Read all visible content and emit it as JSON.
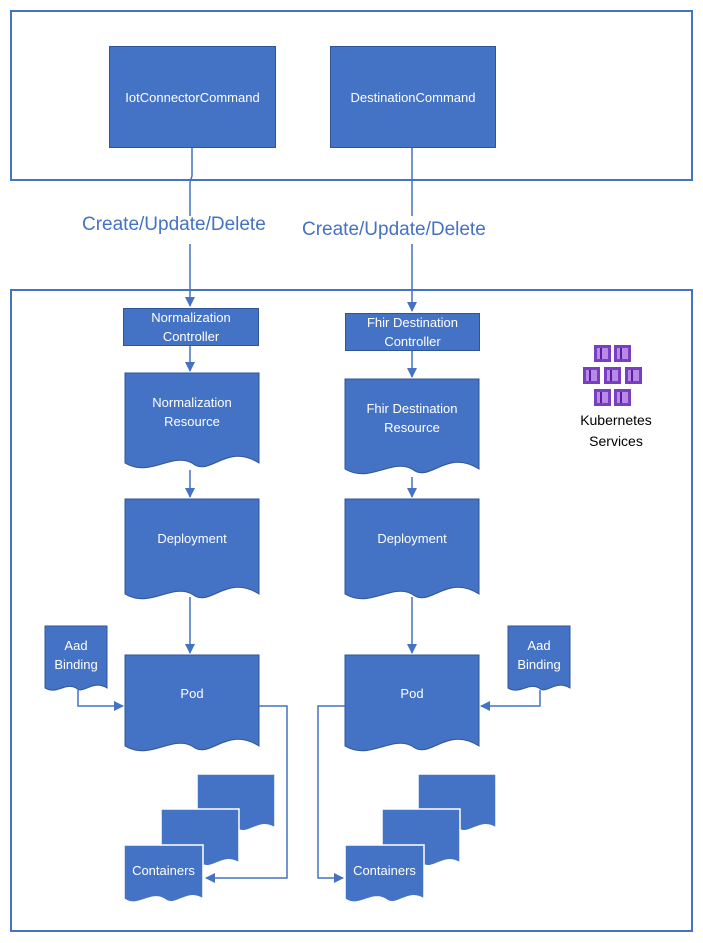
{
  "commands": {
    "iot_connector": "IotConnectorCommand",
    "destination": "DestinationCommand"
  },
  "edges": {
    "left_label": "Create/Update/Delete",
    "right_label": "Create/Update/Delete"
  },
  "left_column": {
    "controller": [
      "Normalization",
      "Controller"
    ],
    "resource": [
      "Normalization",
      "Resource"
    ],
    "deployment": "Deployment",
    "aad_binding": [
      "Aad",
      "Binding"
    ],
    "pod": "Pod",
    "containers": "Containers"
  },
  "right_column": {
    "controller": [
      "Fhir Destination",
      "Controller"
    ],
    "resource": [
      "Fhir Destination",
      "Resource"
    ],
    "deployment": "Deployment",
    "aad_binding": [
      "Aad",
      "Binding"
    ],
    "pod": "Pod",
    "containers": "Containers"
  },
  "kubernetes": {
    "label": [
      "Kubernetes",
      "Services"
    ],
    "icon": "kubernetes-services-icon",
    "icon_color": "#7a3ec0"
  },
  "colors": {
    "accent": "#4472c4",
    "accent_dark": "#2f5597",
    "shape_text": "#ffffff"
  }
}
